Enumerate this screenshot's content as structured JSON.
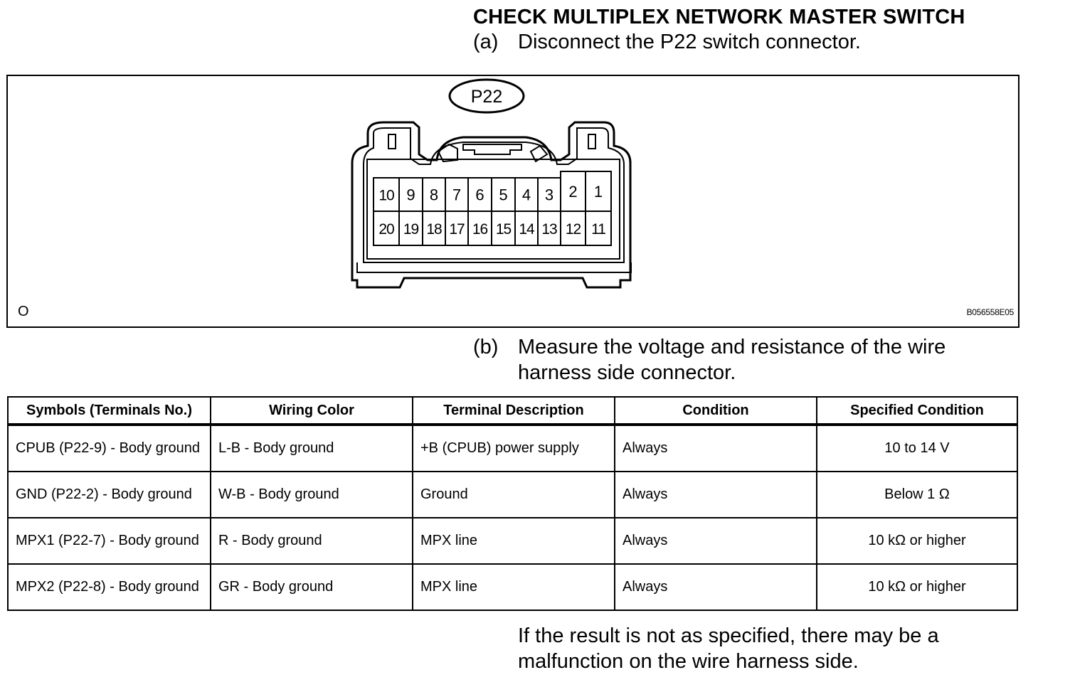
{
  "heading": "CHECK MULTIPLEX NETWORK MASTER SWITCH",
  "step_a": {
    "label": "(a)",
    "text": "Disconnect the P22 switch connector."
  },
  "figure": {
    "connector_label": "P22",
    "terminals_top": [
      "10",
      "9",
      "8",
      "7",
      "6",
      "5",
      "4",
      "3",
      "2",
      "1"
    ],
    "terminals_bottom": [
      "20",
      "19",
      "18",
      "17",
      "16",
      "15",
      "14",
      "13",
      "12",
      "11"
    ],
    "corner_mark": "O",
    "figure_code": "B056558E05"
  },
  "step_b": {
    "label": "(b)",
    "line1": "Measure the voltage and resistance of the wire",
    "line2": "harness side connector."
  },
  "table": {
    "headers": [
      "Symbols (Terminals No.)",
      "Wiring Color",
      "Terminal Description",
      "Condition",
      "Specified Condition"
    ],
    "rows": [
      [
        "CPUB (P22-9) - Body ground",
        "L-B - Body ground",
        "+B (CPUB) power supply",
        "Always",
        "10 to 14 V"
      ],
      [
        "GND (P22-2) -  Body ground",
        "W-B - Body ground",
        "Ground",
        "Always",
        "Below 1 Ω"
      ],
      [
        "MPX1 (P22-7) -  Body ground",
        "R - Body ground",
        "MPX line",
        "Always",
        "10 kΩ or higher"
      ],
      [
        "MPX2 (P22-8) -  Body ground",
        "GR - Body ground",
        "MPX line",
        "Always",
        "10 kΩ or higher"
      ]
    ]
  },
  "note": {
    "line1": "If the result is not as specified, there may be a",
    "line2": "malfunction on the wire harness side."
  }
}
